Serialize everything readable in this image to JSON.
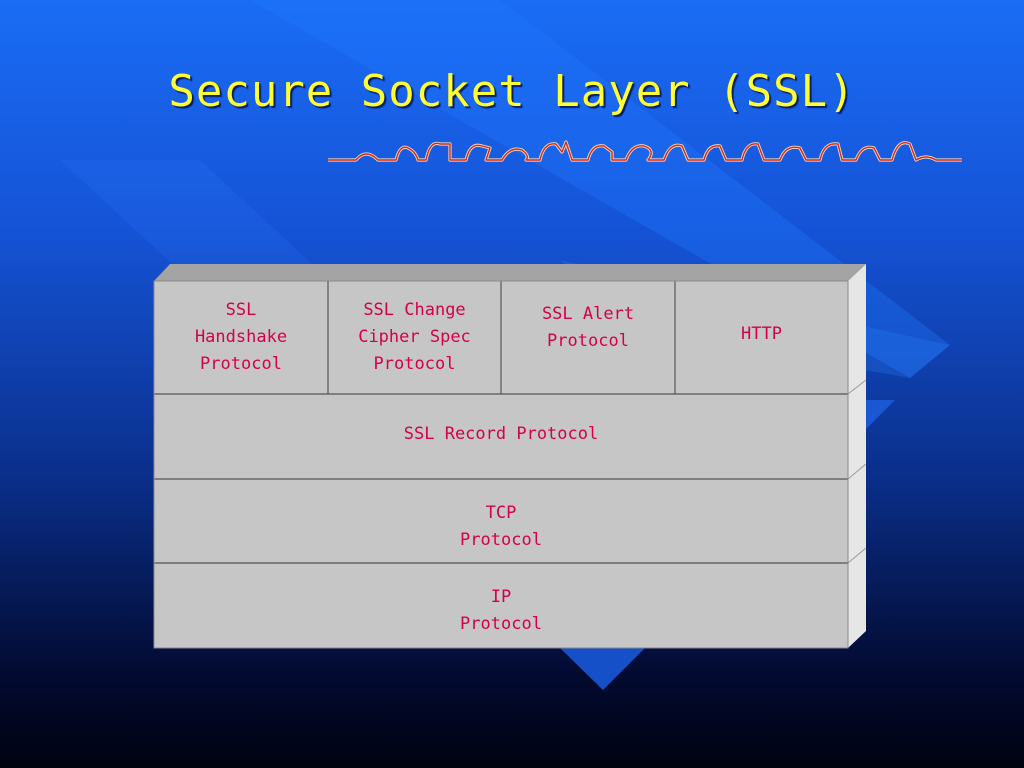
{
  "slide": {
    "title": "Secure Socket Layer (SSL)"
  },
  "diagram": {
    "top_row": [
      {
        "label": "SSL\nHandshake\nProtocol"
      },
      {
        "label": "SSL Change\nCipher Spec\nProtocol"
      },
      {
        "label": "SSL Alert\nProtocol"
      },
      {
        "label": "HTTP"
      }
    ],
    "layers": [
      {
        "label": "SSL Record Protocol"
      },
      {
        "label": "TCP\nProtocol"
      },
      {
        "label": "IP\nProtocol"
      }
    ],
    "colors": {
      "face": "#c6c6c6",
      "top": "#a4a4a4",
      "side": "#e6e6e6",
      "text": "#d4004a",
      "title": "#ffff33"
    }
  }
}
